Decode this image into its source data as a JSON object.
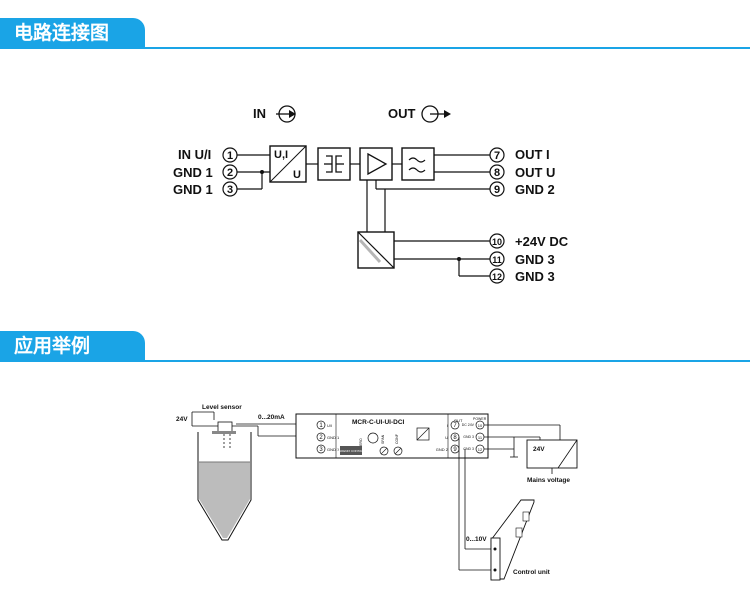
{
  "sections": {
    "circuit_title": "电路连接图",
    "example_title": "应用举例"
  },
  "circuit": {
    "in_label": "IN",
    "out_label": "OUT",
    "block_ui_top": "U,I",
    "block_ui_bottom": "U",
    "left_terminals": [
      {
        "num": "1",
        "label": "IN U/I"
      },
      {
        "num": "2",
        "label": "GND 1"
      },
      {
        "num": "3",
        "label": "GND 1"
      }
    ],
    "right_terminals": [
      {
        "num": "7",
        "label": "OUT I"
      },
      {
        "num": "8",
        "label": "OUT U"
      },
      {
        "num": "9",
        "label": "GND 2"
      },
      {
        "num": "10",
        "label": "+24V DC"
      },
      {
        "num": "11",
        "label": "GND 3"
      },
      {
        "num": "12",
        "label": "GND 3"
      }
    ]
  },
  "example": {
    "supply_24v": "24V",
    "level_sensor": "Level sensor",
    "current_range": "0...20mA",
    "module_name": "MCR-C-UI-UI-DCI",
    "left_pins": [
      {
        "num": "1",
        "label": "U/I"
      },
      {
        "num": "2",
        "label": "GND 1"
      },
      {
        "num": "3",
        "label": "GND 1"
      }
    ],
    "right_pins": [
      {
        "num": "7",
        "label": "I"
      },
      {
        "num": "8",
        "label": "U"
      },
      {
        "num": "9",
        "label": "GND 2"
      },
      {
        "num": "10",
        "label": "DC 24V"
      },
      {
        "num": "11",
        "label": "GND 3"
      },
      {
        "num": "12",
        "label": "GND 3"
      }
    ],
    "right_header": "OUT",
    "power_label": "POWER",
    "knob_labels": [
      "ZERO",
      "SPAN",
      "CONF"
    ],
    "psu_voltage": "24V",
    "mains_voltage": "Mains voltage",
    "voltage_range": "0...10V",
    "control_unit": "Control unit",
    "brand": "PHOENIX CONTACT"
  }
}
